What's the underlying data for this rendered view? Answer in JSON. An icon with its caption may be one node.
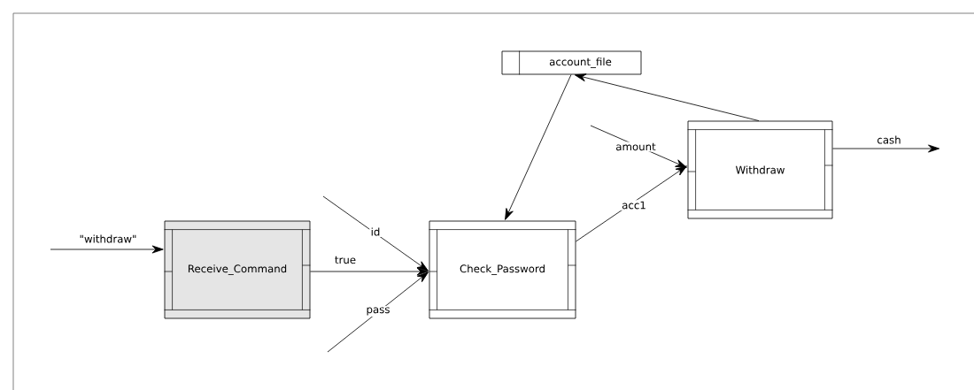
{
  "diagram": {
    "nodes": [
      {
        "text": [
          "Receive_Command"
        ]
      },
      {
        "text": [
          "Check_Password"
        ]
      },
      {
        "text": [
          "Withdraw"
        ]
      },
      {
        "text": [
          "account_file"
        ]
      }
    ],
    "edges": [
      {
        "from": null,
        "to": 0,
        "arrow": "to",
        "label": "\"withdraw\""
      },
      {
        "from": null,
        "to": 1,
        "arrow": "to",
        "label": "id"
      },
      {
        "from": 0,
        "to": 1,
        "arrow": "to",
        "label": "true"
      },
      {
        "from": null,
        "to": 1,
        "arrow": "to",
        "label": "pass"
      },
      {
        "from": 3,
        "to": 1,
        "arrow": "to"
      },
      {
        "from": 2,
        "to": 3,
        "arrow": "to"
      },
      {
        "from": null,
        "to": 2,
        "arrow": "to",
        "label": "amount"
      },
      {
        "from": 1,
        "to": 2,
        "arrow": "to",
        "label": "acc1"
      },
      {
        "from": 2,
        "to": null,
        "arrow": "to",
        "label": "cash"
      }
    ]
  }
}
